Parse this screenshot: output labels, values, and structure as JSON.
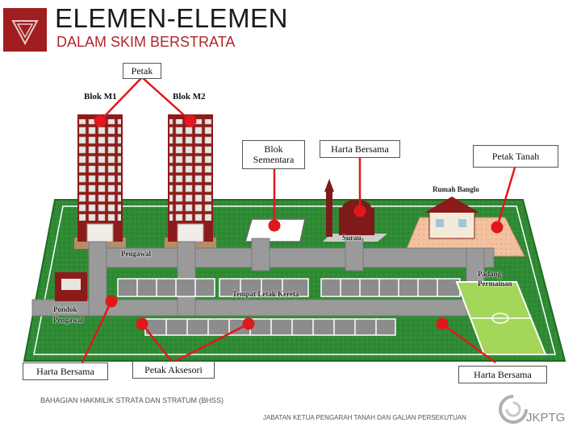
{
  "header": {
    "title_line1": "ELEMEN-ELEMEN",
    "title_line2": "DALAM SKIM BERSTRATA"
  },
  "labels": {
    "petak": "Petak",
    "blok_m1": "Blok M1",
    "blok_m2": "Blok M2",
    "blok_sementara": "Blok Sementara",
    "harta_bersama_top": "Harta Bersama",
    "petak_tanah": "Petak Tanah",
    "rumah_banglo": "Rumah Banglo",
    "surau": "Surau",
    "pengawal": "Pengawal",
    "padang_permainan": "Padang Permainan",
    "tempat_letak_kereta": "Tempat Letak Kereta",
    "pondok_pengawal": "Pondok Pengawal",
    "harta_bersama_left": "Harta Bersama",
    "petak_aksesori": "Petak Aksesori",
    "harta_bersama_right": "Harta Bersama"
  },
  "footer": {
    "left": "BAHAGIAN HAKMILIK STRATA DAN STRATUM (BHSS)",
    "center": "JABATAN KETUA PENGARAH TANAH DAN GALIAN PERSEKUTUAN",
    "brand": "JKPTG"
  },
  "colors": {
    "brand_red": "#a01e20",
    "arrow_red": "#e0181c",
    "lawn": "#2f8a34",
    "road": "#9a9a9a",
    "building": "#8e1b1b"
  }
}
